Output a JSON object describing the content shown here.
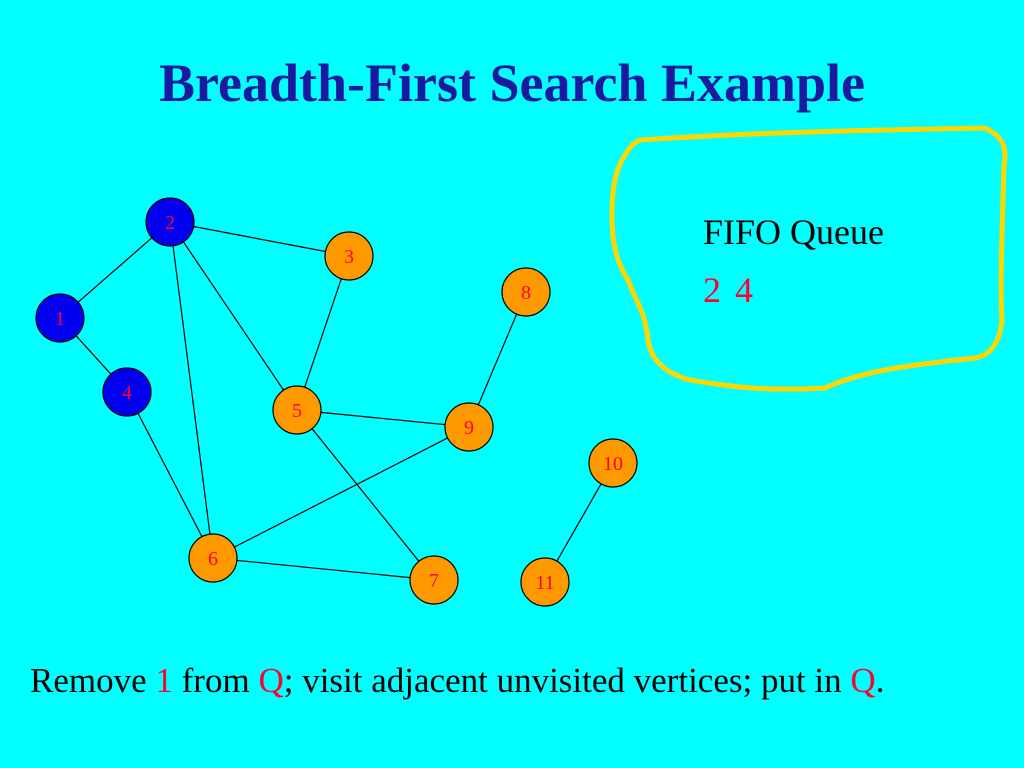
{
  "title": "Breadth-First Search Example",
  "colors": {
    "background": "#00FFFF",
    "title": "#1A1AA0",
    "visited_node": "#0000EE",
    "unvisited_node": "#FF9900",
    "node_label": "#FF0033",
    "highlight": "#FF0033",
    "queue_outline": "#FFD700"
  },
  "graph": {
    "nodes": [
      {
        "id": "1",
        "label": "1",
        "visited": true
      },
      {
        "id": "2",
        "label": "2",
        "visited": true
      },
      {
        "id": "3",
        "label": "3",
        "visited": false
      },
      {
        "id": "4",
        "label": "4",
        "visited": true
      },
      {
        "id": "5",
        "label": "5",
        "visited": false
      },
      {
        "id": "6",
        "label": "6",
        "visited": false
      },
      {
        "id": "7",
        "label": "7",
        "visited": false
      },
      {
        "id": "8",
        "label": "8",
        "visited": false
      },
      {
        "id": "9",
        "label": "9",
        "visited": false
      },
      {
        "id": "10",
        "label": "10",
        "visited": false
      },
      {
        "id": "11",
        "label": "11",
        "visited": false
      }
    ],
    "edges": [
      [
        "1",
        "2"
      ],
      [
        "1",
        "4"
      ],
      [
        "2",
        "3"
      ],
      [
        "2",
        "5"
      ],
      [
        "2",
        "6"
      ],
      [
        "3",
        "5"
      ],
      [
        "4",
        "6"
      ],
      [
        "5",
        "9"
      ],
      [
        "5",
        "7"
      ],
      [
        "6",
        "9"
      ],
      [
        "6",
        "7"
      ],
      [
        "8",
        "9"
      ],
      [
        "10",
        "11"
      ]
    ]
  },
  "queue": {
    "label": "FIFO Queue",
    "items": [
      "2",
      "4"
    ]
  },
  "caption": {
    "part1": "Remove ",
    "removed": "1",
    "part2": " from ",
    "q1": "Q",
    "part3": "; visit adjacent unvisited vertices; put in ",
    "q2": "Q",
    "part4": "."
  }
}
